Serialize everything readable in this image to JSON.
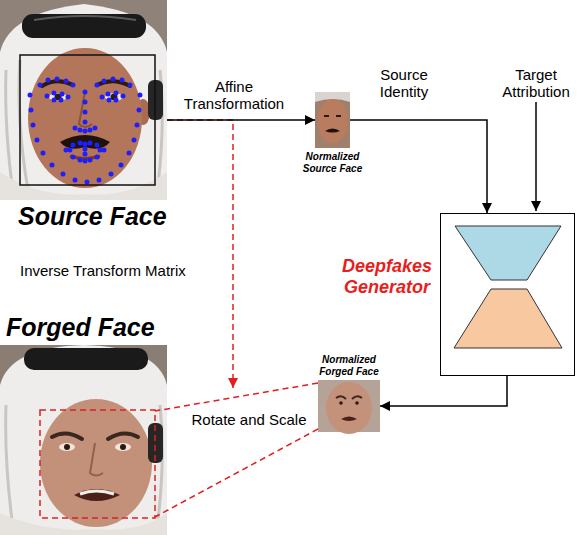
{
  "diagram": {
    "nodes": [
      {
        "text": [
          "Source Face"
        ]
      },
      {
        "text": [
          "Normalized Source Face"
        ]
      },
      {
        "text": [
          "Deepfakes Generator"
        ]
      },
      {
        "text": [
          "Normalized Forged Face"
        ]
      },
      {
        "text": [
          "Forged Face"
        ]
      }
    ],
    "edges": [
      {
        "from": 0,
        "to": 1,
        "label": "Affine Transformation",
        "arrow": "to"
      },
      {
        "from": 1,
        "to": 2,
        "label": "Source Identity",
        "arrow": "to"
      },
      {
        "from": 2,
        "to": 3,
        "arrow": "to"
      },
      {
        "from": 3,
        "to": 4,
        "label": "Rotate and Scale",
        "arrow": "none"
      },
      {
        "from": 0,
        "to": 4,
        "label": "Inverse Transform Matrix",
        "arrow": "to"
      }
    ],
    "labels": [
      "Target Attribution"
    ]
  }
}
